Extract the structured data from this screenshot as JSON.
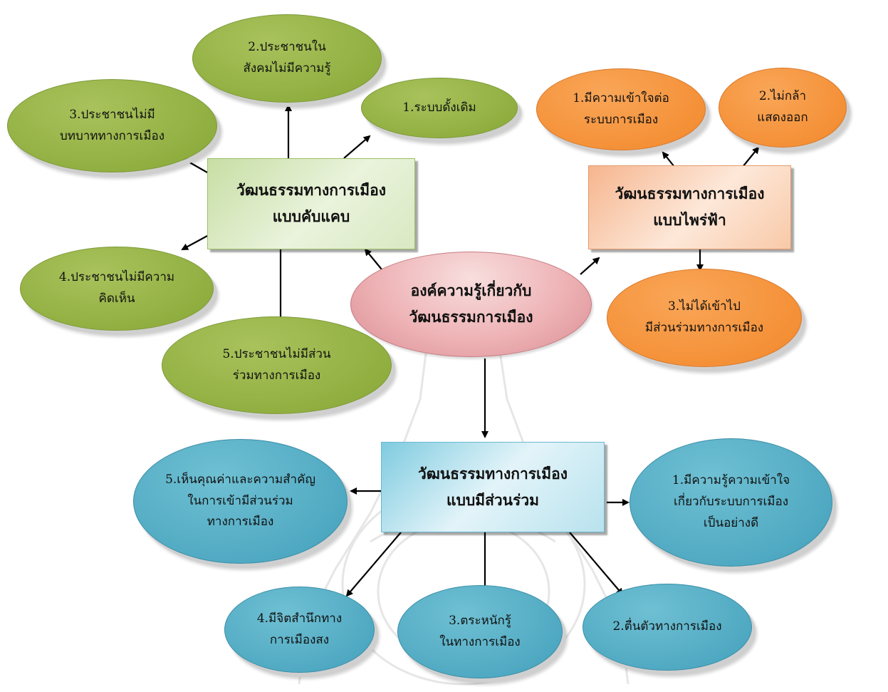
{
  "center": {
    "label": "องค์ความรู้เกี่ยวกับ\nวัฒนธรรมการเมือง"
  },
  "parochial": {
    "title": "วัฒนธรรมทางการเมือง\nแบบคับแคบ",
    "items": [
      {
        "label": "1.ระบบดั้งเดิม"
      },
      {
        "label": "2.ประชาชนใน\nสังคมไม่มีความรู้"
      },
      {
        "label": "3.ประชาชนไม่มี\nบทบาททางการเมือง"
      },
      {
        "label": "4.ประชาชนไม่มีความ\nคิดเห็น"
      },
      {
        "label": "5.ประชาชนไม่มีส่วน\nร่วมทางการเมือง"
      }
    ]
  },
  "subject": {
    "title": "วัฒนธรรมทางการเมือง\nแบบไพร่ฟ้า",
    "items": [
      {
        "label": "1.มีความเข้าใจต่อ\nระบบการเมือง"
      },
      {
        "label": "2.ไม่กล้า\nแสดงออก"
      },
      {
        "label": "3.ไม่ได้เข้าไป\nมีส่วนร่วมทางการเมือง"
      }
    ]
  },
  "participant": {
    "title": "วัฒนธรรมทางการเมือง\nแบบมีส่วนร่วม",
    "items": [
      {
        "label": "1.มีความรู้ความเข้าใจ\nเกี่ยวกับระบบการเมือง\nเป็นอย่างดี"
      },
      {
        "label": "2.ตื่นตัวทางการเมือง"
      },
      {
        "label": "3.ตระหนักรู้\nในทางการเมือง"
      },
      {
        "label": "4.มีจิตสำนึกทาง\nการเมืองสง"
      },
      {
        "label": "5.เห็นคุณค่าและความสำคัญ\nในการเข้ามีส่วนร่วม\nทางการเมือง"
      }
    ]
  },
  "colors": {
    "green": "#8fae3f",
    "orange": "#f48f35",
    "blue": "#4ea8c1",
    "pink": "#eeb3b6",
    "arrow": "#000000"
  }
}
